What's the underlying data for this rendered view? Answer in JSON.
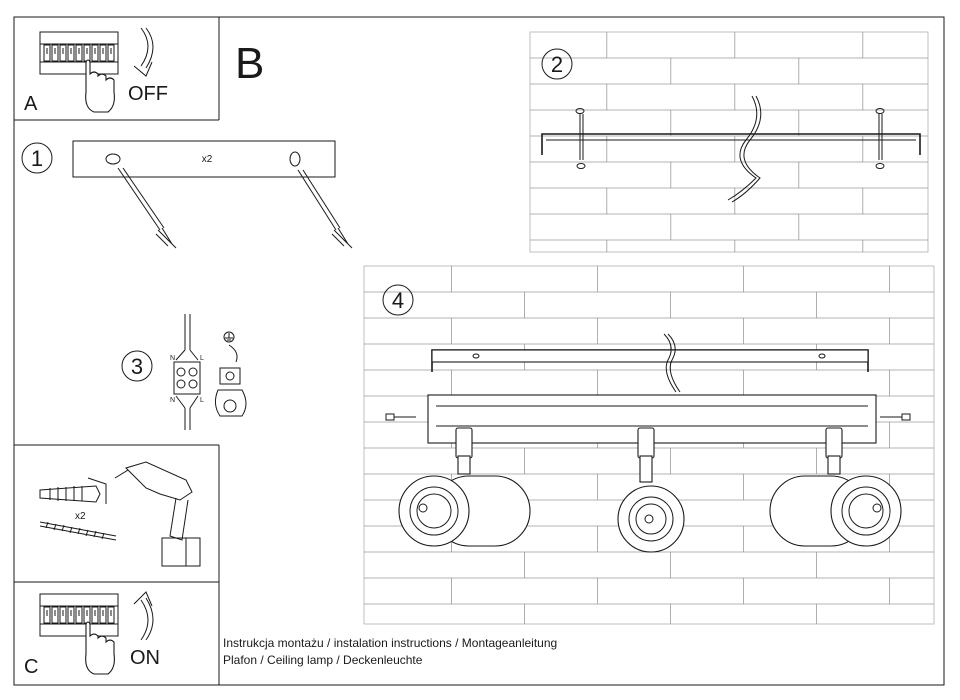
{
  "section_a": {
    "letter": "A",
    "action": "OFF"
  },
  "section_b": {
    "letter": "B"
  },
  "section_c": {
    "letter": "C",
    "action": "ON"
  },
  "steps": {
    "step1": {
      "number": "1",
      "quantity": "x2"
    },
    "step2": {
      "number": "2"
    },
    "step3": {
      "number": "3"
    },
    "step4": {
      "number": "4"
    }
  },
  "tools": {
    "quantity": "x2"
  },
  "terminal_labels": {
    "neutral": "N",
    "live": "L"
  },
  "footer": {
    "line1": "Instrukcja montażu / instalation instructions / Montageanleitung",
    "line2": "Plafon / Ceiling lamp / Deckenleuchte"
  },
  "icons": [
    "breaker-panel-icon",
    "hand-icon",
    "arrow-down-icon",
    "arrow-up-icon",
    "ground-symbol-icon",
    "drill-icon",
    "wall-plug-icon",
    "screw-icon"
  ]
}
